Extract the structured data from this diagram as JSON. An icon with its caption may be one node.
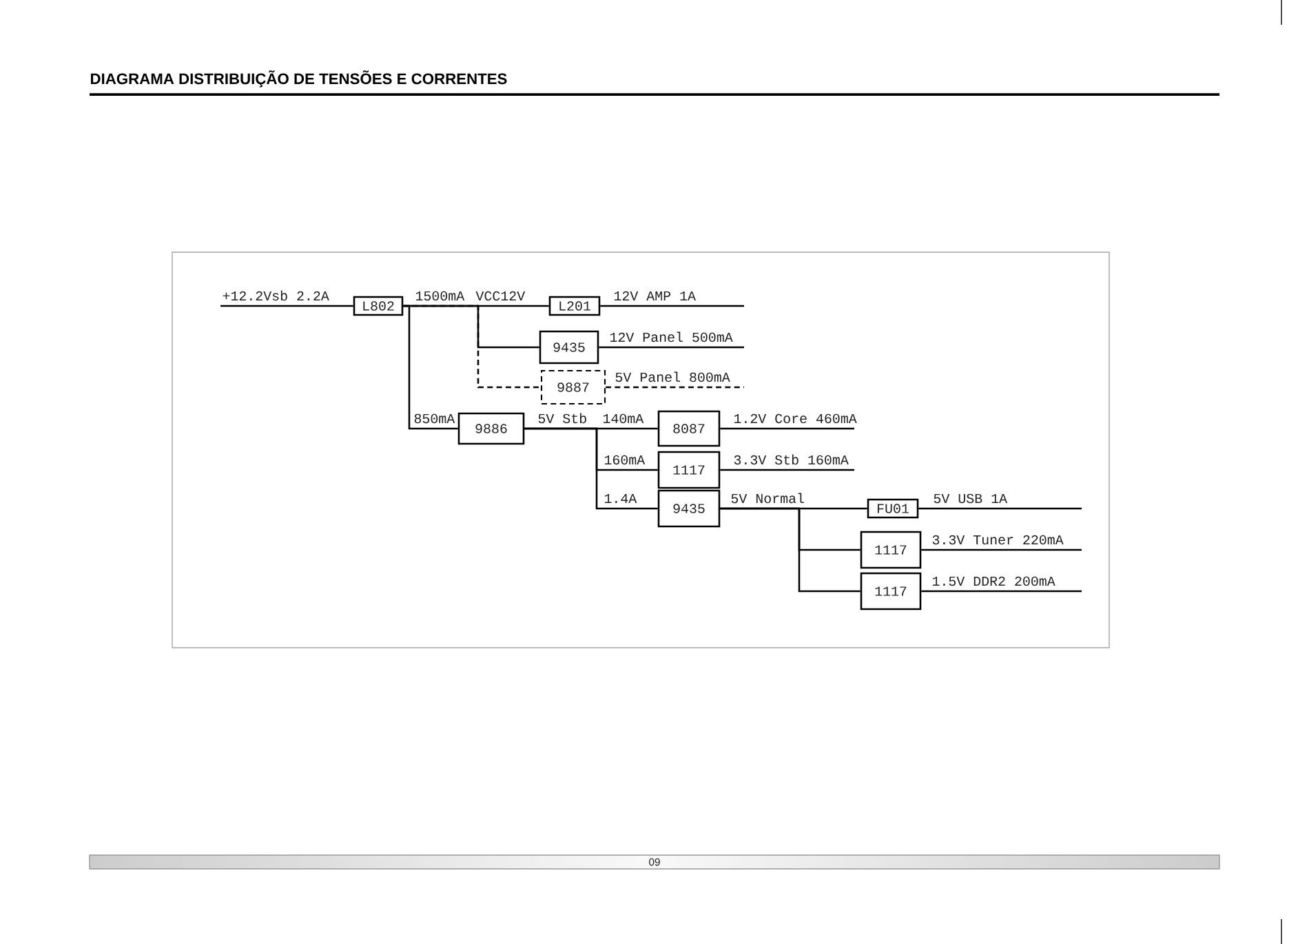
{
  "diagram": {
    "title": "DIAGRAMA DISTRIBUIÇÃO DE TENSÕES E CORRENTES",
    "nodes": [
      {
        "text": [
          "L802"
        ]
      },
      {
        "text": [
          "L201"
        ]
      },
      {
        "text": [
          "9435"
        ]
      },
      {
        "text": [
          "9887"
        ]
      },
      {
        "text": [
          "9886"
        ]
      },
      {
        "text": [
          "8087"
        ]
      },
      {
        "text": [
          "1117"
        ]
      },
      {
        "text": [
          "9435"
        ]
      },
      {
        "text": [
          "FU01"
        ]
      },
      {
        "text": [
          "1117"
        ]
      },
      {
        "text": [
          "1117"
        ]
      },
      {
        "text": [
          "09"
        ]
      }
    ],
    "edges": [
      {
        "from": null,
        "to": 0,
        "arrow": "none",
        "label": "+12.2Vsb 2.2A"
      },
      {
        "from": 0,
        "to": 1,
        "arrow": "none"
      },
      {
        "from": 0,
        "to": 2,
        "arrow": "none"
      },
      {
        "from": 0,
        "to": 3,
        "arrow": "none",
        "style": "dashed"
      },
      {
        "from": 0,
        "to": 4,
        "arrow": "none",
        "label": "850mA"
      },
      {
        "from": 1,
        "to": null,
        "arrow": "none",
        "label": "12V AMP 1A"
      },
      {
        "from": 2,
        "to": null,
        "arrow": "none",
        "label": "12V Panel 500mA"
      },
      {
        "from": 3,
        "to": null,
        "arrow": "none",
        "label": "5V Panel 800mA",
        "style": "dashed"
      },
      {
        "from": 4,
        "to": 5,
        "arrow": "none",
        "label": "140mA"
      },
      {
        "from": 4,
        "to": 6,
        "arrow": "none",
        "label": "160mA"
      },
      {
        "from": 4,
        "to": 7,
        "arrow": "none",
        "label": "1.4A"
      },
      {
        "from": 5,
        "to": null,
        "arrow": "none",
        "label": "1.2V Core 460mA"
      },
      {
        "from": 6,
        "to": null,
        "arrow": "none",
        "label": "3.3V Stb 160mA"
      },
      {
        "from": 7,
        "to": 8,
        "arrow": "none"
      },
      {
        "from": 7,
        "to": 9,
        "arrow": "none"
      },
      {
        "from": 7,
        "to": 10,
        "arrow": "none"
      },
      {
        "from": 8,
        "to": null,
        "arrow": "none",
        "label": "5V USB 1A"
      },
      {
        "from": 9,
        "to": null,
        "arrow": "none",
        "label": "3.3V Tuner 220mA"
      },
      {
        "from": 10,
        "to": null,
        "arrow": "none",
        "label": "1.5V DDR2 200mA"
      }
    ],
    "labels": [
      "1500mA",
      "VCC12V",
      "5V Stb",
      "5V Normal"
    ]
  }
}
